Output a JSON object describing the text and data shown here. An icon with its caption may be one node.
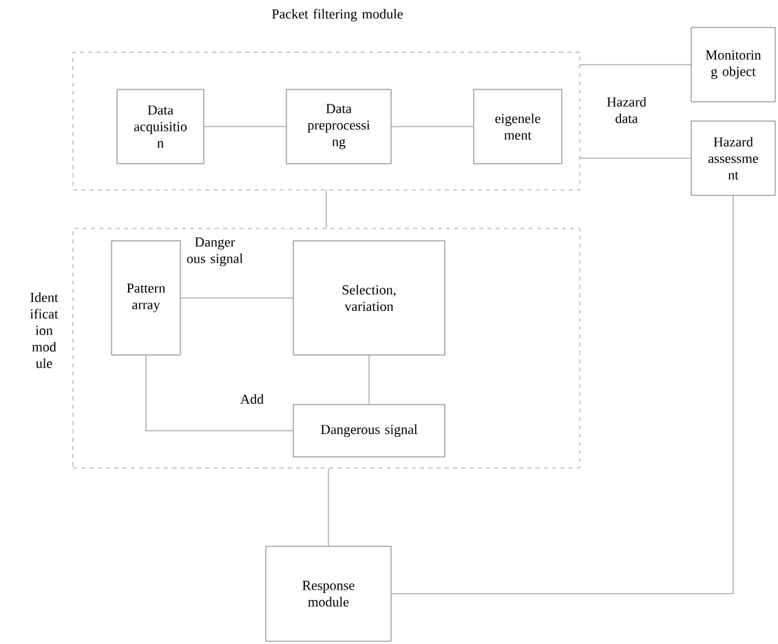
{
  "diagram": {
    "nodes": [
      {
        "text": [
          "Packet filtering module"
        ]
      },
      {
        "text": [
          "Data acquisitio n"
        ],
        "in": 0
      },
      {
        "text": [
          "Data preprocessi ng"
        ],
        "in": 0
      },
      {
        "text": [
          "eigenele ment"
        ],
        "in": 0
      },
      {
        "text": [
          "Monitorin g object"
        ]
      },
      {
        "text": [
          "Hazard assessme nt"
        ]
      },
      {
        "text": [
          "Ident ificat ion mod ule"
        ]
      },
      {
        "text": [
          "Pattern array"
        ],
        "in": 6
      },
      {
        "text": [
          "Selection, variation"
        ],
        "in": 6
      },
      {
        "text": [
          "Dangerous signal"
        ],
        "in": 6
      },
      {
        "text": [
          "Response module"
        ]
      }
    ],
    "edges": [
      {
        "from": 1,
        "to": 2,
        "arrow": "none"
      },
      {
        "from": 2,
        "to": 3,
        "arrow": "none"
      },
      {
        "from": 4,
        "to": 0,
        "arrow": "none"
      },
      {
        "from": 5,
        "to": 0,
        "arrow": "none"
      },
      {
        "from": 0,
        "to": 6,
        "arrow": "none"
      },
      {
        "from": 7,
        "to": 8,
        "arrow": "none",
        "label": "Danger ous signal"
      },
      {
        "from": 8,
        "to": 9,
        "arrow": "none"
      },
      {
        "from": 7,
        "to": 9,
        "arrow": "none",
        "label": "Add"
      },
      {
        "from": 6,
        "to": 10,
        "arrow": "none"
      },
      {
        "from": 5,
        "to": 10,
        "arrow": "none"
      }
    ],
    "labels": [
      "Hazard data"
    ]
  }
}
